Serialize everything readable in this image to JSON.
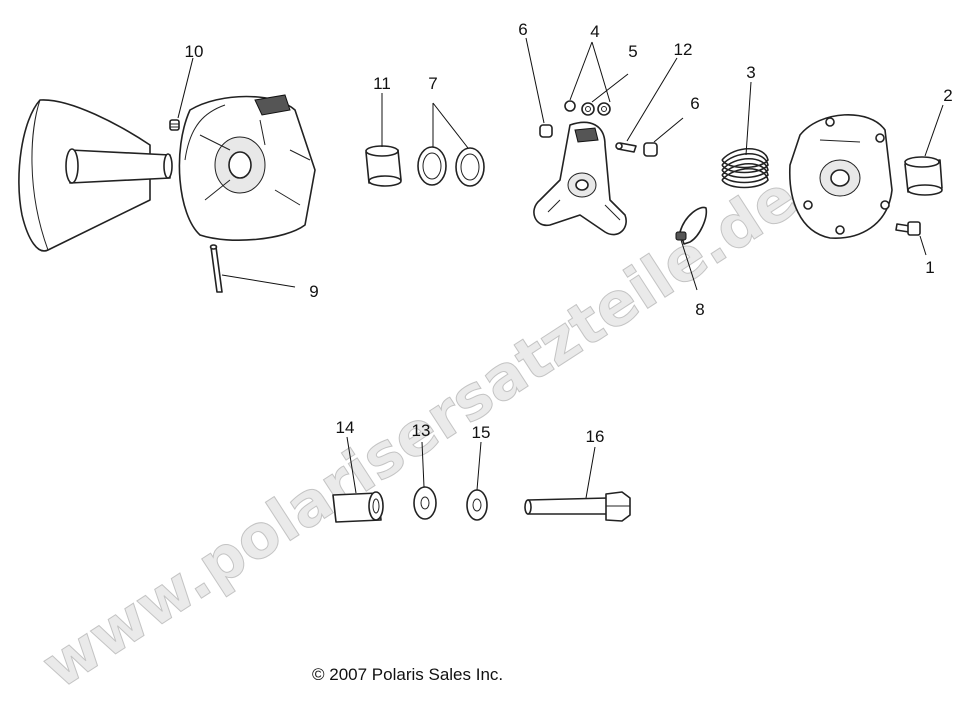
{
  "watermark": "www.polarisersatzteile.de",
  "copyright": "© 2007 Polaris Sales Inc.",
  "callouts": {
    "n1": "1",
    "n2": "2",
    "n3": "3",
    "n4": "4",
    "n5": "5",
    "n6a": "6",
    "n6b": "6",
    "n7": "7",
    "n8": "8",
    "n9": "9",
    "n10": "10",
    "n11": "11",
    "n12": "12",
    "n13": "13",
    "n14": "14",
    "n15": "15",
    "n16": "16"
  },
  "colors": {
    "line": "#222222",
    "watermark": "#d9d9d9"
  }
}
